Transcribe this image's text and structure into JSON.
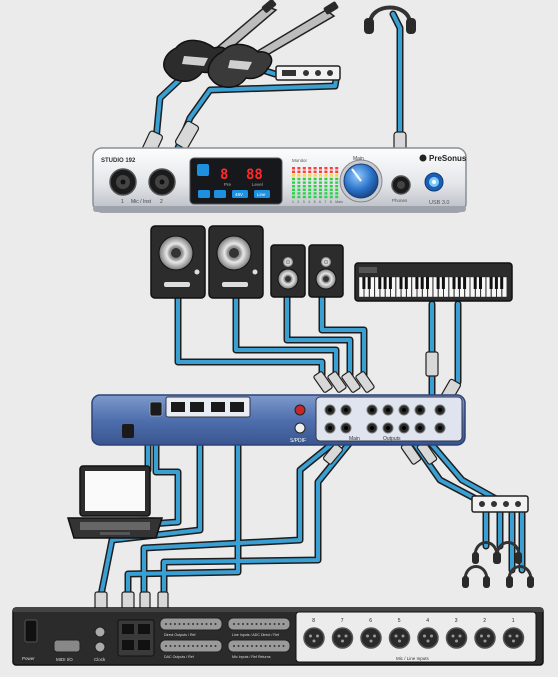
{
  "interface": {
    "model": "STUDIO 192",
    "ch1": "1",
    "ch2": "2",
    "mic_inst": "Mic / Inst",
    "channel_display": "8",
    "level_display": "88",
    "pre_label": "Pre",
    "level_label": "Level",
    "monitor_label": "Monitor",
    "main_label": "Main",
    "phones_label": "Phones",
    "brand": "PreSonus",
    "usb_label": "USB 3.0",
    "btn_48v": "48V",
    "btn_line": "Line",
    "meter_labels": [
      "1",
      "2",
      "3",
      "4",
      "5",
      "6",
      "7",
      "8",
      "Main"
    ]
  },
  "rear_panel": {
    "spdif_label": "S/PDIF",
    "main_label": "Main",
    "outputs_label": "Outputs"
  },
  "rack": {
    "power_label": "Power",
    "midi_label": "MIDI I/O",
    "clock_label": "Clock",
    "channel_numbers": [
      "8",
      "7",
      "6",
      "5",
      "4",
      "3",
      "2",
      "1"
    ],
    "db25_labels": [
      "Direct Outputs / Ref",
      "Line Inputs / ADC Direct / Ref",
      "DAC Outputs / Ref",
      "Mic Inputs / Ref Returns"
    ],
    "mic_inputs_label": "Mic / Line Inputs"
  },
  "colors": {
    "cable": "#3a9fd2",
    "cable_outline": "#1d1d1d",
    "device_dark": "#2a2a2a",
    "rear_panel": "#4a6db0",
    "display_red": "#ff2a2a",
    "display_blue": "#1e90e0"
  }
}
